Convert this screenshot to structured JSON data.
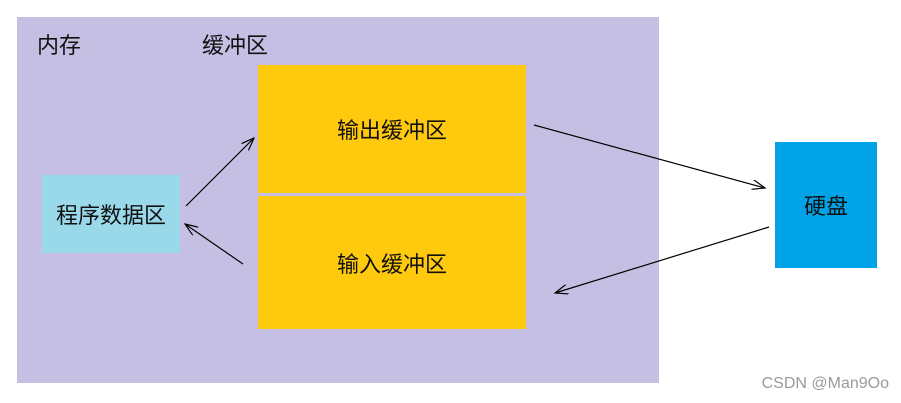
{
  "diagram": {
    "memory_label": "内存",
    "buffer_label": "缓冲区",
    "output_buffer": "输出缓冲区",
    "input_buffer": "输入缓冲区",
    "program_data": "程序数据区",
    "disk": "硬盘"
  },
  "colors": {
    "memory": "#c5bfe3",
    "buffer": "#ffc90e",
    "program": "#99d9ea",
    "disk": "#00a2e8"
  },
  "watermark": "CSDN @Man9Oo"
}
